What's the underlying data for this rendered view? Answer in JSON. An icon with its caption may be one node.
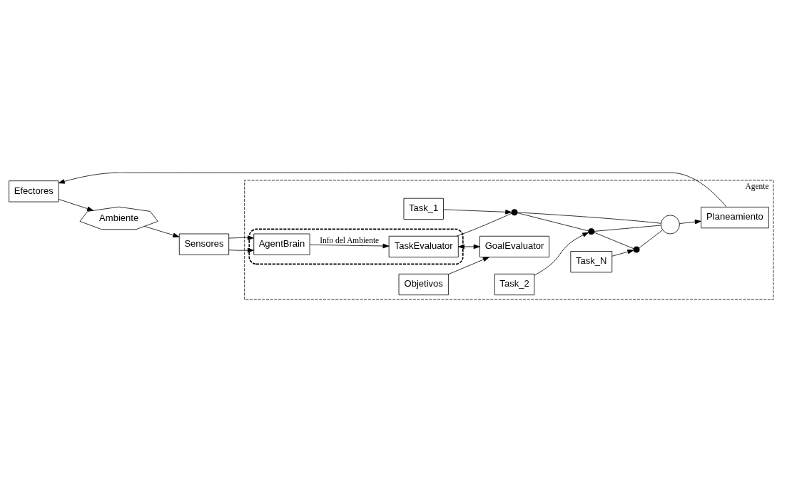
{
  "diagram": {
    "nodes": [
      {
        "text": [
          "Agente"
        ]
      },
      {
        "text": [
          "Sensores"
        ]
      },
      {
        "text": [],
        "shape": "ellipse",
        "in": 0
      },
      {
        "text": [
          "AgentBrain"
        ],
        "in": 2
      },
      {
        "text": [
          "Objetivos"
        ],
        "in": 0
      },
      {
        "text": [
          "TaskEvaluator"
        ],
        "in": 2
      },
      {
        "text": [
          "GoalEvaluator"
        ],
        "in": 0
      },
      {
        "text": [
          "Task_1"
        ],
        "in": 0
      },
      {
        "text": [
          "Task_2"
        ],
        "in": 0
      },
      {
        "text": [
          "Task_N"
        ],
        "in": 0
      },
      {
        "text": [],
        "shape": "dot",
        "in": 0
      },
      {
        "text": [],
        "shape": "dot",
        "in": 0
      },
      {
        "text": [],
        "shape": "dot",
        "in": 0
      },
      {
        "text": [],
        "shape": "circle",
        "in": 0
      },
      {
        "text": [
          "Planeamiento"
        ],
        "in": 0
      },
      {
        "text": [
          "Efectores"
        ]
      },
      {
        "text": [
          "Ambiente"
        ]
      }
    ],
    "edges": [
      {
        "from": 1,
        "to": 3,
        "arrow": "to"
      },
      {
        "from": 1,
        "to": 3,
        "arrow": "to"
      },
      {
        "from": 3,
        "to": 5,
        "arrow": "to",
        "label": "Info del Ambiente"
      },
      {
        "from": 4,
        "to": 6,
        "arrow": "to"
      },
      {
        "from": 5,
        "to": 6,
        "arrow": "both"
      },
      {
        "from": 5,
        "to": 10,
        "arrow": "none"
      },
      {
        "from": 7,
        "to": 10,
        "arrow": "to"
      },
      {
        "from": 8,
        "to": 11,
        "arrow": "to"
      },
      {
        "from": 9,
        "to": 12,
        "arrow": "to"
      },
      {
        "from": 10,
        "to": 11,
        "arrow": "none"
      },
      {
        "from": 11,
        "to": 12,
        "arrow": "none"
      },
      {
        "from": 10,
        "to": 13,
        "arrow": "none"
      },
      {
        "from": 11,
        "to": 13,
        "arrow": "none"
      },
      {
        "from": 12,
        "to": 13,
        "arrow": "none"
      },
      {
        "from": 13,
        "to": 14,
        "arrow": "to"
      },
      {
        "from": 14,
        "to": 15,
        "arrow": "to"
      },
      {
        "from": 15,
        "to": 16,
        "arrow": "to"
      },
      {
        "from": 16,
        "to": 1,
        "arrow": "to"
      }
    ]
  }
}
